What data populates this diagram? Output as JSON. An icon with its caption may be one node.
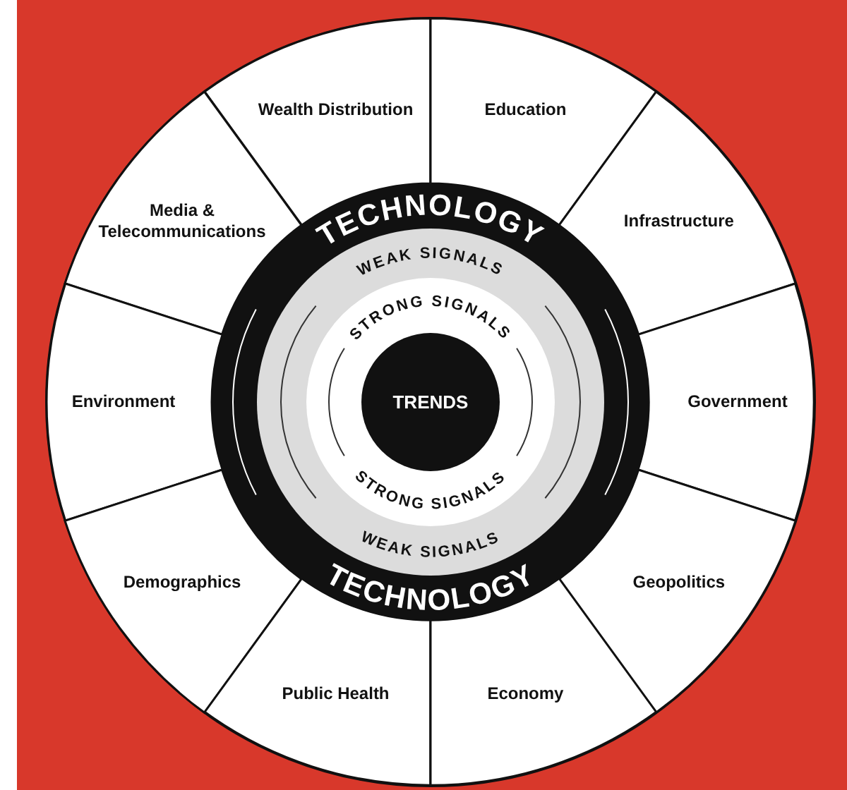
{
  "diagram": {
    "nodes": [
      {
        "text": [
          "Wealth Distribution"
        ]
      },
      {
        "text": [
          "Education"
        ]
      },
      {
        "text": [
          "Media & Telecommunications"
        ]
      },
      {
        "text": [
          "Infrastructure"
        ]
      },
      {
        "text": [
          "Environment"
        ]
      },
      {
        "text": [
          "Government"
        ]
      },
      {
        "text": [
          "Demographics"
        ]
      },
      {
        "text": [
          "Geopolitics"
        ]
      },
      {
        "text": [
          "Public Health"
        ]
      },
      {
        "text": [
          "Economy"
        ]
      },
      {
        "text": [
          "TECHNOLOGY",
          "TECHNOLOGY"
        ]
      },
      {
        "text": [
          "WEAK SIGNALS",
          "WEAK SIGNALS"
        ],
        "in": 10
      },
      {
        "text": [
          "STRONG SIGNALS",
          "STRONG SIGNALS"
        ],
        "in": 11
      },
      {
        "text": [
          "TRENDS"
        ],
        "in": 12
      }
    ]
  }
}
